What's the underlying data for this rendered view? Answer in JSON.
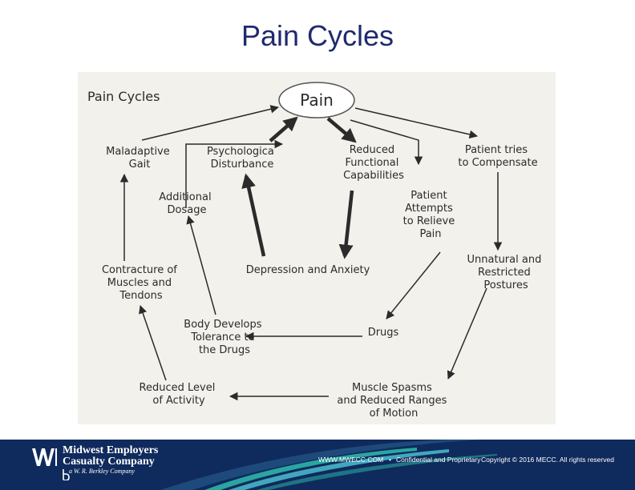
{
  "slide": {
    "title": "Pain Cycles"
  },
  "diagram": {
    "title": "Pain Cycles",
    "center": "Pain",
    "nodes": {
      "maladaptive_gait": [
        "Maladaptive",
        "Gait"
      ],
      "psychological_disturbance": [
        "Psychologica",
        "Disturbance"
      ],
      "reduced_functional": [
        "Reduced",
        "Functional",
        "Capabilities"
      ],
      "patient_tries": [
        "Patient tries",
        "to Compensate"
      ],
      "patient_attempts": [
        "Patient",
        "Attempts",
        "to Relieve",
        "Pain"
      ],
      "additional_dosage": [
        "Additional",
        "Dosage"
      ],
      "unnatural_postures": [
        "Unnatural and",
        "Restricted",
        "Postures"
      ],
      "depression": [
        "Depression and Anxiety"
      ],
      "contracture": [
        "Contracture of",
        "Muscles and",
        "Tendons"
      ],
      "body_develops": [
        "Body Develops",
        "Tolerance to",
        "the Drugs"
      ],
      "drugs": [
        "Drugs"
      ],
      "muscle_spasms": [
        "Muscle Spasms",
        "and Reduced Ranges",
        "of Motion"
      ],
      "reduced_level": [
        "Reduced Level",
        "of Activity"
      ]
    }
  },
  "footer": {
    "company_line1": "Midwest Employers",
    "company_line2": "Casualty Company",
    "company_sub": "a W. R. Berkley Company",
    "website": "WWW.MWECC.COM",
    "separator": "•",
    "confidential": "Confidential and Proprietary",
    "copyright": "Copyright © 2016 MECC. All rights reserved",
    "colors": {
      "navy": "#0f2a5c",
      "teal": "#2aa6a0",
      "cyan": "#4fc7d6",
      "title": "#1f2a6e"
    }
  }
}
